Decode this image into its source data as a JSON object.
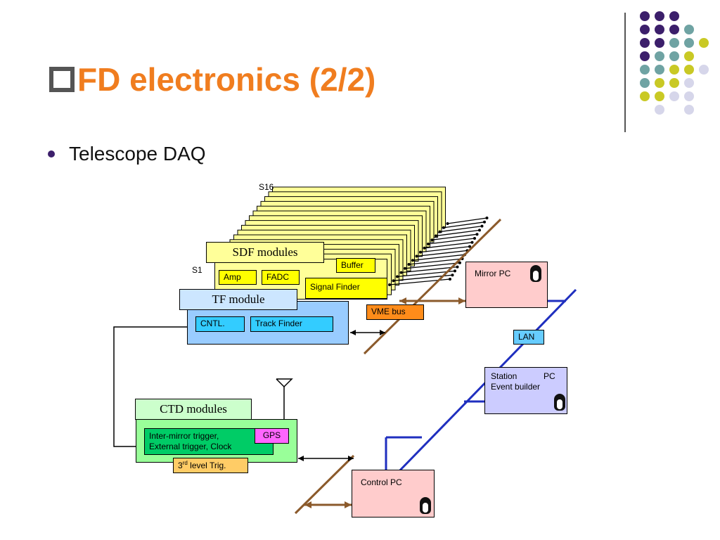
{
  "slide": {
    "title": "FD electronics (2/2)",
    "bullet": "Telescope DAQ"
  },
  "diagram": {
    "s16_label": "S16",
    "s1_label": "S1",
    "sdf_modules": "SDF modules",
    "amp": "Amp",
    "fadc": "FADC",
    "buffer": "Buffer",
    "signal_finder": "Signal Finder",
    "tf_module": "TF module",
    "cntl": "CNTL.",
    "track_finder": "Track Finder",
    "vme_bus": "VME bus",
    "mirror_pc": "Mirror PC",
    "lan": "LAN",
    "station_pc_left": "Station",
    "station_pc_right": "PC",
    "event_builder": "Event builder",
    "ctd_modules": "CTD modules",
    "inter_mirror_line1": "Inter-mirror trigger,",
    "inter_mirror_line2": "External trigger, Clock",
    "gps": "GPS",
    "third_level_pre": "3",
    "third_level_sup": "rd",
    "third_level_post": " level Trig.",
    "control_pc": "Control PC"
  },
  "colors": {
    "title": "#f07d1f",
    "sdf_fill": "#ffff99",
    "tf_fill": "#99ccff",
    "ctd_fill": "#99ff99",
    "pc_fill": "#ffcccc",
    "station_fill": "#ccccff",
    "vme_fill": "#ff8c1a",
    "lan_fill": "#66ccff",
    "gps_fill": "#ff66ff",
    "third_fill": "#ffcc66",
    "bus_brown": "#8b5a2b",
    "lan_blue": "#1f2fbf"
  },
  "decor": {
    "dot_rows": [
      [
        "purple",
        "purple",
        "purple",
        "none",
        "none"
      ],
      [
        "purple",
        "purple",
        "purple",
        "teal",
        "none"
      ],
      [
        "purple",
        "purple",
        "teal",
        "teal",
        "yellow"
      ],
      [
        "purple",
        "teal",
        "teal",
        "yellow",
        "none"
      ],
      [
        "teal",
        "teal",
        "yellow",
        "yellow",
        "lavender"
      ],
      [
        "teal",
        "yellow",
        "yellow",
        "lavender",
        "none"
      ],
      [
        "yellow",
        "yellow",
        "lavender",
        "lavender",
        "none"
      ],
      [
        "none",
        "lavender",
        "none",
        "lavender",
        "none"
      ]
    ],
    "dot_colors": {
      "purple": "#3c1f6b",
      "teal": "#6fa3a3",
      "yellow": "#c9c925",
      "lavender": "#d6d6ea"
    }
  }
}
